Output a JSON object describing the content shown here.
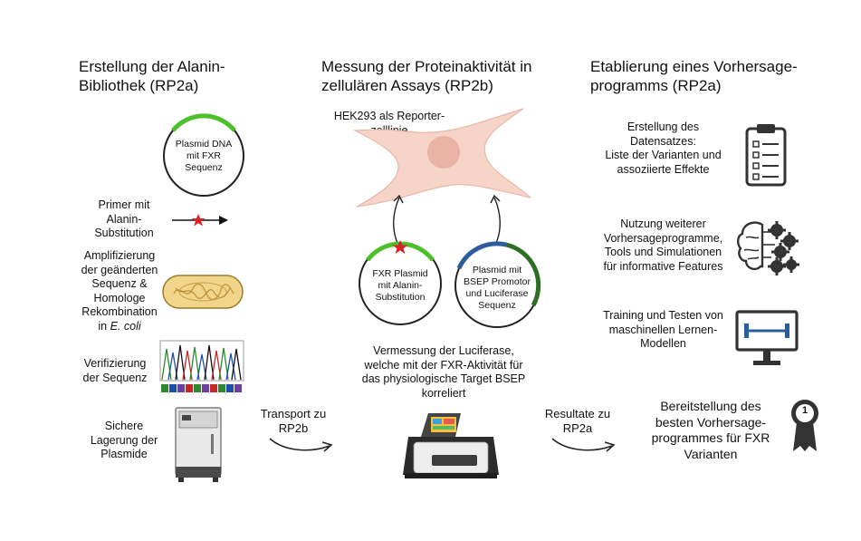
{
  "col1": {
    "heading_line1": "Erstellung der Alanin-",
    "heading_line2": "Bibliothek (RP2a)",
    "plasmid": [
      "Plasmid DNA",
      "mit FXR",
      "Sequenz"
    ],
    "primer": [
      "Primer mit",
      "Alanin-",
      "Substitution"
    ],
    "amplification": [
      "Amplifizierung",
      "der geänderten",
      "Sequenz &",
      "Homologe",
      "Rekombination"
    ],
    "amplification_in": "in ",
    "amplification_ecoli": "E. coli",
    "verification": [
      "Verifizierung",
      "der Sequenz"
    ],
    "storage": [
      "Sichere",
      "Lagerung der",
      "Plasmide"
    ]
  },
  "col2": {
    "heading_line1": "Messung der Proteinaktivität in",
    "heading_line2": "zellulären Assays (RP2b)",
    "cell_label": [
      "HEK293 als Reporter-",
      "zelllinie"
    ],
    "plasmid_left": [
      "FXR Plasmid",
      "mit Alanin-",
      "Substitution"
    ],
    "plasmid_right": [
      "Plasmid mit",
      "BSEP Promotor",
      "und Luciferase",
      "Sequenz"
    ],
    "measurement": [
      "Vermessung der Luciferase,",
      "welche mit der FXR-Aktivität für",
      "das physiologische Target BSEP",
      "korreliert"
    ]
  },
  "col3": {
    "heading_line1": "Etablierung eines Vorhersage-",
    "heading_line2": "programms (RP2a)",
    "dataset": [
      "Erstellung des",
      "Datensatzes:",
      "Liste der Varianten und",
      "assoziierte Effekte"
    ],
    "tools": [
      "Nutzung weiterer",
      "Vorhersageprogramme,",
      "Tools und Simulationen",
      "für informative Features"
    ],
    "training": [
      "Training und Testen von",
      "maschinellen Lernen-",
      "Modellen"
    ],
    "final": [
      "Bereitstellung des",
      "besten Vorhersage-",
      "programmes für FXR",
      "Varianten"
    ],
    "medal_number": "1"
  },
  "transport": [
    "Transport zu",
    "RP2b"
  ],
  "results": [
    "Resultate zu",
    "RP2a"
  ],
  "colors": {
    "plasmid_green": "#4cc02a",
    "dark_green": "#2e6e25",
    "blue": "#2b5d9c",
    "red_star": "#d8232a",
    "cell_fill": "#f6d4c8",
    "nucleus": "#e9b3a6",
    "bacteria": "#f1d58a",
    "fridge": "#4a4a4a"
  }
}
